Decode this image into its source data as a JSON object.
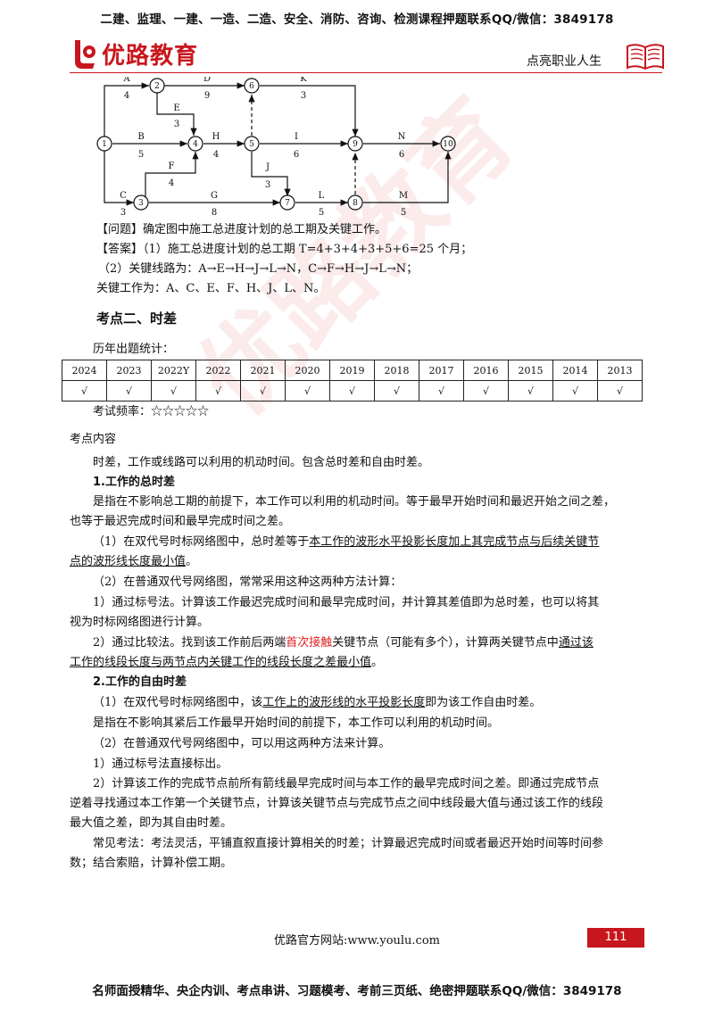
{
  "header": {
    "top_banner": "二建、监理、一建、一造、二造、安全、消防、咨询、检测课程押题联系QQ/微信：3849178",
    "logo_text": "优路教育",
    "slogan": "点亮职业人生"
  },
  "network": {
    "nodes": [
      "1",
      "2",
      "3",
      "4",
      "5",
      "6",
      "7",
      "8",
      "9",
      "10"
    ],
    "activities": [
      {
        "name": "A",
        "duration": "4"
      },
      {
        "name": "D",
        "duration": "9"
      },
      {
        "name": "K",
        "duration": "3"
      },
      {
        "name": "E",
        "duration": "3"
      },
      {
        "name": "B",
        "duration": "5"
      },
      {
        "name": "H",
        "duration": "4"
      },
      {
        "name": "I",
        "duration": "6"
      },
      {
        "name": "N",
        "duration": "6"
      },
      {
        "name": "F",
        "duration": "4"
      },
      {
        "name": "J",
        "duration": "3"
      },
      {
        "name": "C",
        "duration": "3"
      },
      {
        "name": "G",
        "duration": "8"
      },
      {
        "name": "L",
        "duration": "5"
      },
      {
        "name": "M",
        "duration": "5"
      }
    ]
  },
  "qa": {
    "question": "【问题】确定图中施工总进度计划的总工期及关键工作。",
    "answer1": "【答案】（1）施工总进度计划的总工期 T=4+3+4+3+5+6=25 个月；",
    "answer2": "（2）关键线路为：A→E→H→J→L→N，C→F→H→J→L→N；",
    "answer3": "关键工作为：A、C、E、F、H、J、L、N。"
  },
  "section_title": "考点二、时差",
  "stats_label": "历年出题统计：",
  "years": [
    "2024",
    "2023",
    "2022Y",
    "2022",
    "2021",
    "2020",
    "2019",
    "2018",
    "2017",
    "2016",
    "2015",
    "2014",
    "2013"
  ],
  "checks": [
    "√",
    "√",
    "√",
    "√",
    "√",
    "√",
    "√",
    "√",
    "√",
    "√",
    "√",
    "√",
    "√"
  ],
  "frequency": "考试频率：☆☆☆☆☆",
  "content_label": "考点内容",
  "text": {
    "intro": "时差，工作或线路可以利用的机动时间。包含总时差和自由时差。",
    "h1": "1.工作的总时差",
    "p1a": "是指在不影响总工期的前提下，本工作可以利用的机动时间。等于最早开始时间和最迟开始之间之差，",
    "p1b": "也等于最迟完成时间和最早完成时间之差。",
    "p2a_1": "（1）在双代号时标网络图中，总时差等于",
    "p2a_2": "本工作的波形水平投影长度加上其完成节点与后续关键节",
    "p2b": "点的波形线长度最小值",
    "p2b_end": "。",
    "p3": "（2）在普通双代号网络图，常常采用这种这两种方法计算：",
    "p4a": "1）通过标号法。计算该工作最迟完成时间和最早完成时间，并计算其差值即为总时差，也可以将其",
    "p4b": "视为时标网络图进行计算。",
    "p5a_1": "2）通过比较法。找到该工作前后两端",
    "p5a_red": "首次接触",
    "p5a_2": "关键节点（可能有多个），计算两关键节点中",
    "p5a_3": "通过该",
    "p5b": "工作的线段长度与两节点内关键工作的线段长度之差最小值",
    "p5b_end": "。",
    "h2": "2.工作的自由时差",
    "p6_1": "（1）在双代号时标网络图中，该",
    "p6_2": "工作上的波形线的水平投影长度",
    "p6_3": "即为该工作自由时差。",
    "p7": "是指在不影响其紧后工作最早开始时间的前提下，本工作可以利用的机动时间。",
    "p8": "（2）在普通双代号网络图中，可以用这两种方法来计算。",
    "p9": "1）通过标号法直接标出。",
    "p10a": "2）计算该工作的完成节点前所有箭线最早完成时间与本工作的最早完成时间之差。即通过完成节点",
    "p10b": "逆着寻找通过本工作第一个关键节点，计算该关键节点与完成节点之间中线段最大值与通过该工作的线段",
    "p10c": "最大值之差，即为其自由时差。",
    "p11a": "常见考法：考法灵活，平铺直叙直接计算相关的时差；计算最迟完成时间或者最迟开始时间等时间参",
    "p11b": "数；结合索赔，计算补偿工期。"
  },
  "footer": {
    "site": "优路官方网站:www.youlu.com",
    "page_number": "111",
    "bottom_banner": "名师面授精华、央企内训、考点串讲、习题模考、考前三页纸、绝密押题联系QQ/微信：3849178"
  },
  "watermark": "优路教育"
}
